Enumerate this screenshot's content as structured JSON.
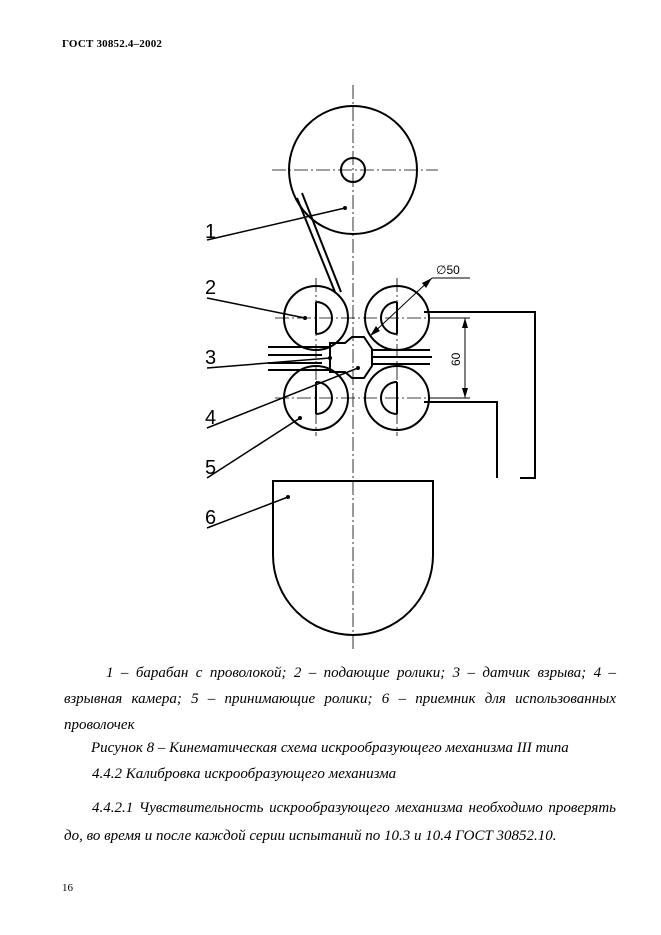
{
  "header": {
    "text": "ГОСТ 30852.4–2002"
  },
  "figure": {
    "labels": [
      "1",
      "2",
      "3",
      "4",
      "5",
      "6"
    ],
    "diameter": "∅50",
    "dimension": "60"
  },
  "caption": {
    "legend": "1 – барабан с проволокой; 2 – подающие ролики; 3 – датчик взрыва; 4 – взрывная камера; 5 – принимающие ролики; 6 – приемник для использованных проволочек",
    "title": "Рисунок 8 – Кинематическая схема искрообразующего механизма III типа"
  },
  "section": {
    "heading": "4.4.2 Калибровка искрообразующего механизма"
  },
  "paragraph": {
    "text": "4.4.2.1 Чувствительность искрообразующего механизма необходимо проверять до, во время и после каждой серии испытаний по 10.3 и 10.4 ГОСТ 30852.10."
  },
  "footer": {
    "page_number": "16"
  }
}
